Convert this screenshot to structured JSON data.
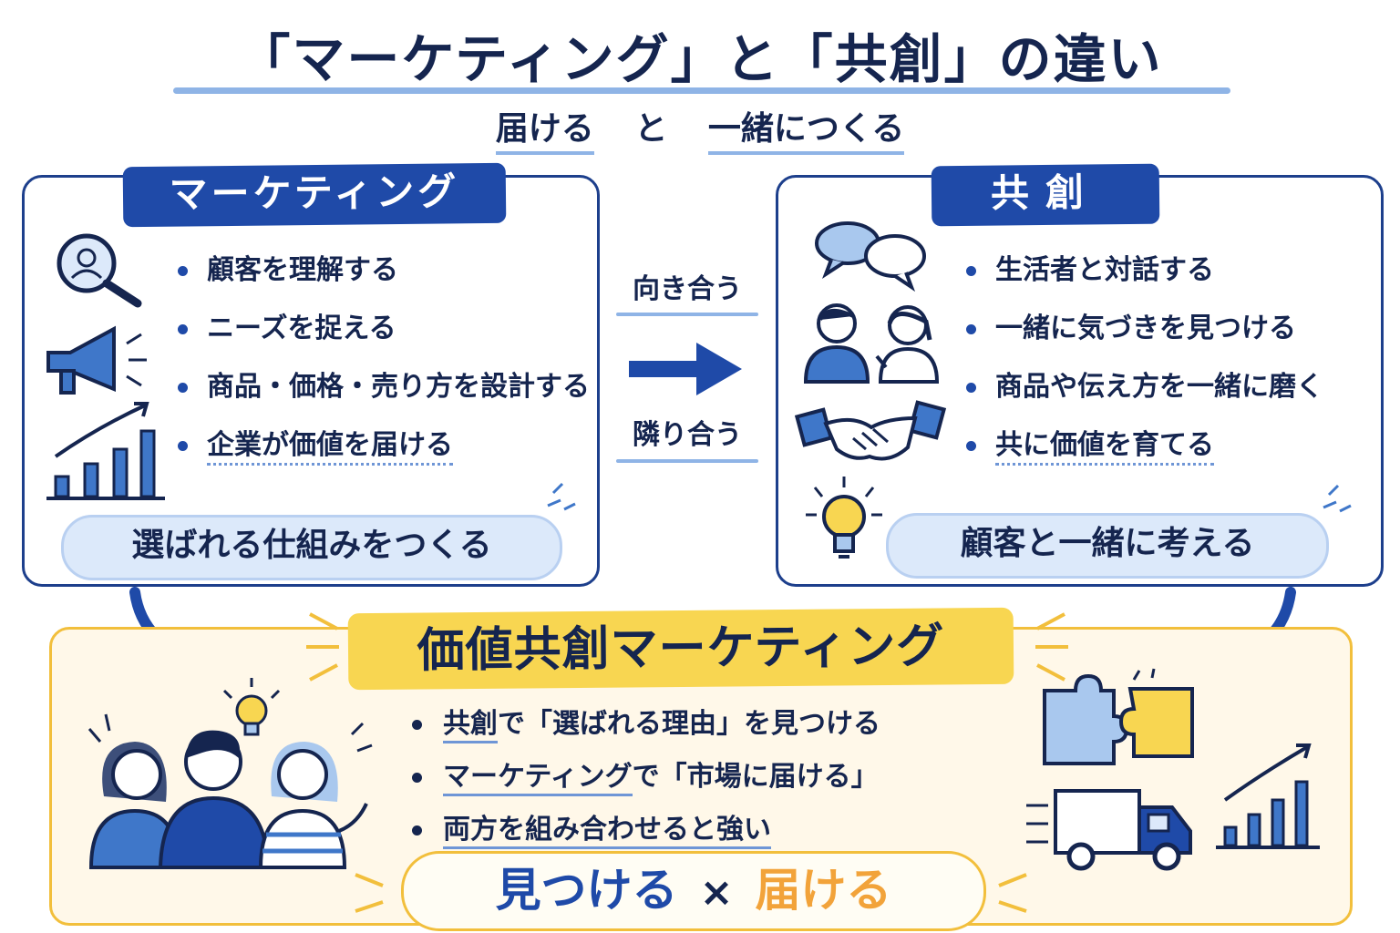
{
  "header": {
    "title": "「マーケティング」と「共創」の違い",
    "subtitle_left": "届ける",
    "subtitle_mid": "と",
    "subtitle_right": "一緒につくる"
  },
  "marketing": {
    "heading": "マーケティング",
    "items": [
      "顧客を理解する",
      "ニーズを捉える",
      "商品・価格・売り方を設計する",
      "企業が価値を届ける"
    ],
    "summary": "選ばれる仕組みをつくる"
  },
  "cocreation": {
    "heading": "共創",
    "items": [
      "生活者と対話する",
      "一緒に気づきを見つける",
      "商品や伝え方を一緒に磨く",
      "共に価値を育てる"
    ],
    "summary": "顧客と一緒に考える"
  },
  "middle": {
    "top_label": "向き合う",
    "bottom_label": "隣り合う"
  },
  "bottom": {
    "heading": "価値共創マーケティング",
    "items": [
      {
        "a": "共創",
        "b": "で「選ばれる理由」を見つける"
      },
      {
        "a": "マーケティング",
        "b": "で「市場に届ける」"
      },
      {
        "a": "両方を組み合わせると強い",
        "b": ""
      }
    ],
    "find": "見つける",
    "times": "×",
    "deliver": "届ける"
  },
  "icons": [
    "magnifier-person-icon",
    "megaphone-icon",
    "growth-chart-icon",
    "speech-bubbles-icon",
    "two-people-talking-icon",
    "handshake-icon",
    "lightbulb-icon",
    "team-icon",
    "puzzle-icon",
    "delivery-truck-icon"
  ],
  "colors": {
    "navy": "#15254f",
    "blue": "#1f4aa8",
    "light_blue": "#dce9fa",
    "yellow": "#f8d651",
    "orange": "#f2a33a"
  }
}
